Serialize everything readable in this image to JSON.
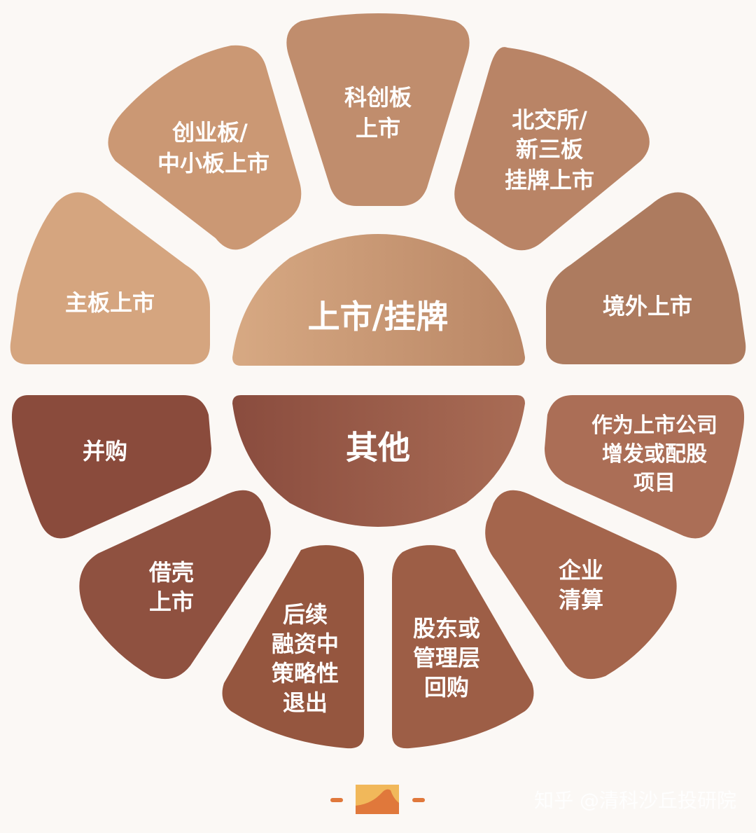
{
  "colors": {
    "background": "#fbf8f5",
    "top_hub_gradient": [
      "#d7a983",
      "#b98665"
    ],
    "bottom_hub_gradient": [
      "#8a4c3e",
      "#a96c55"
    ],
    "accent": "#e0783b",
    "logo_fill": "#f1b85a"
  },
  "hubs": {
    "top": "上市/挂牌",
    "bottom": "其他"
  },
  "segments": {
    "main_board": {
      "lines": [
        "主板上市"
      ]
    },
    "chinext": {
      "lines": [
        "创业板/",
        "中小板上市"
      ]
    },
    "star": {
      "lines": [
        "科创板",
        "上市"
      ]
    },
    "bse": {
      "lines": [
        "北交所/",
        "新三板",
        "挂牌上市"
      ]
    },
    "overseas": {
      "lines": [
        "境外上市"
      ]
    },
    "ma": {
      "lines": [
        "并购"
      ]
    },
    "rto": {
      "lines": [
        "借壳",
        "上市"
      ]
    },
    "strategic_exit": {
      "lines": [
        "后续",
        "融资中",
        "策略性",
        "退出"
      ]
    },
    "buyback": {
      "lines": [
        "股东或",
        "管理层",
        "回购"
      ]
    },
    "liquidation": {
      "lines": [
        "企业",
        "清算"
      ]
    },
    "placement": {
      "lines": [
        "作为上市公司",
        "增发或配股",
        "项目"
      ]
    }
  },
  "watermark": {
    "text": "知乎 @清科沙丘投研院"
  },
  "logo": {
    "icon": "mountain-logo-icon"
  }
}
